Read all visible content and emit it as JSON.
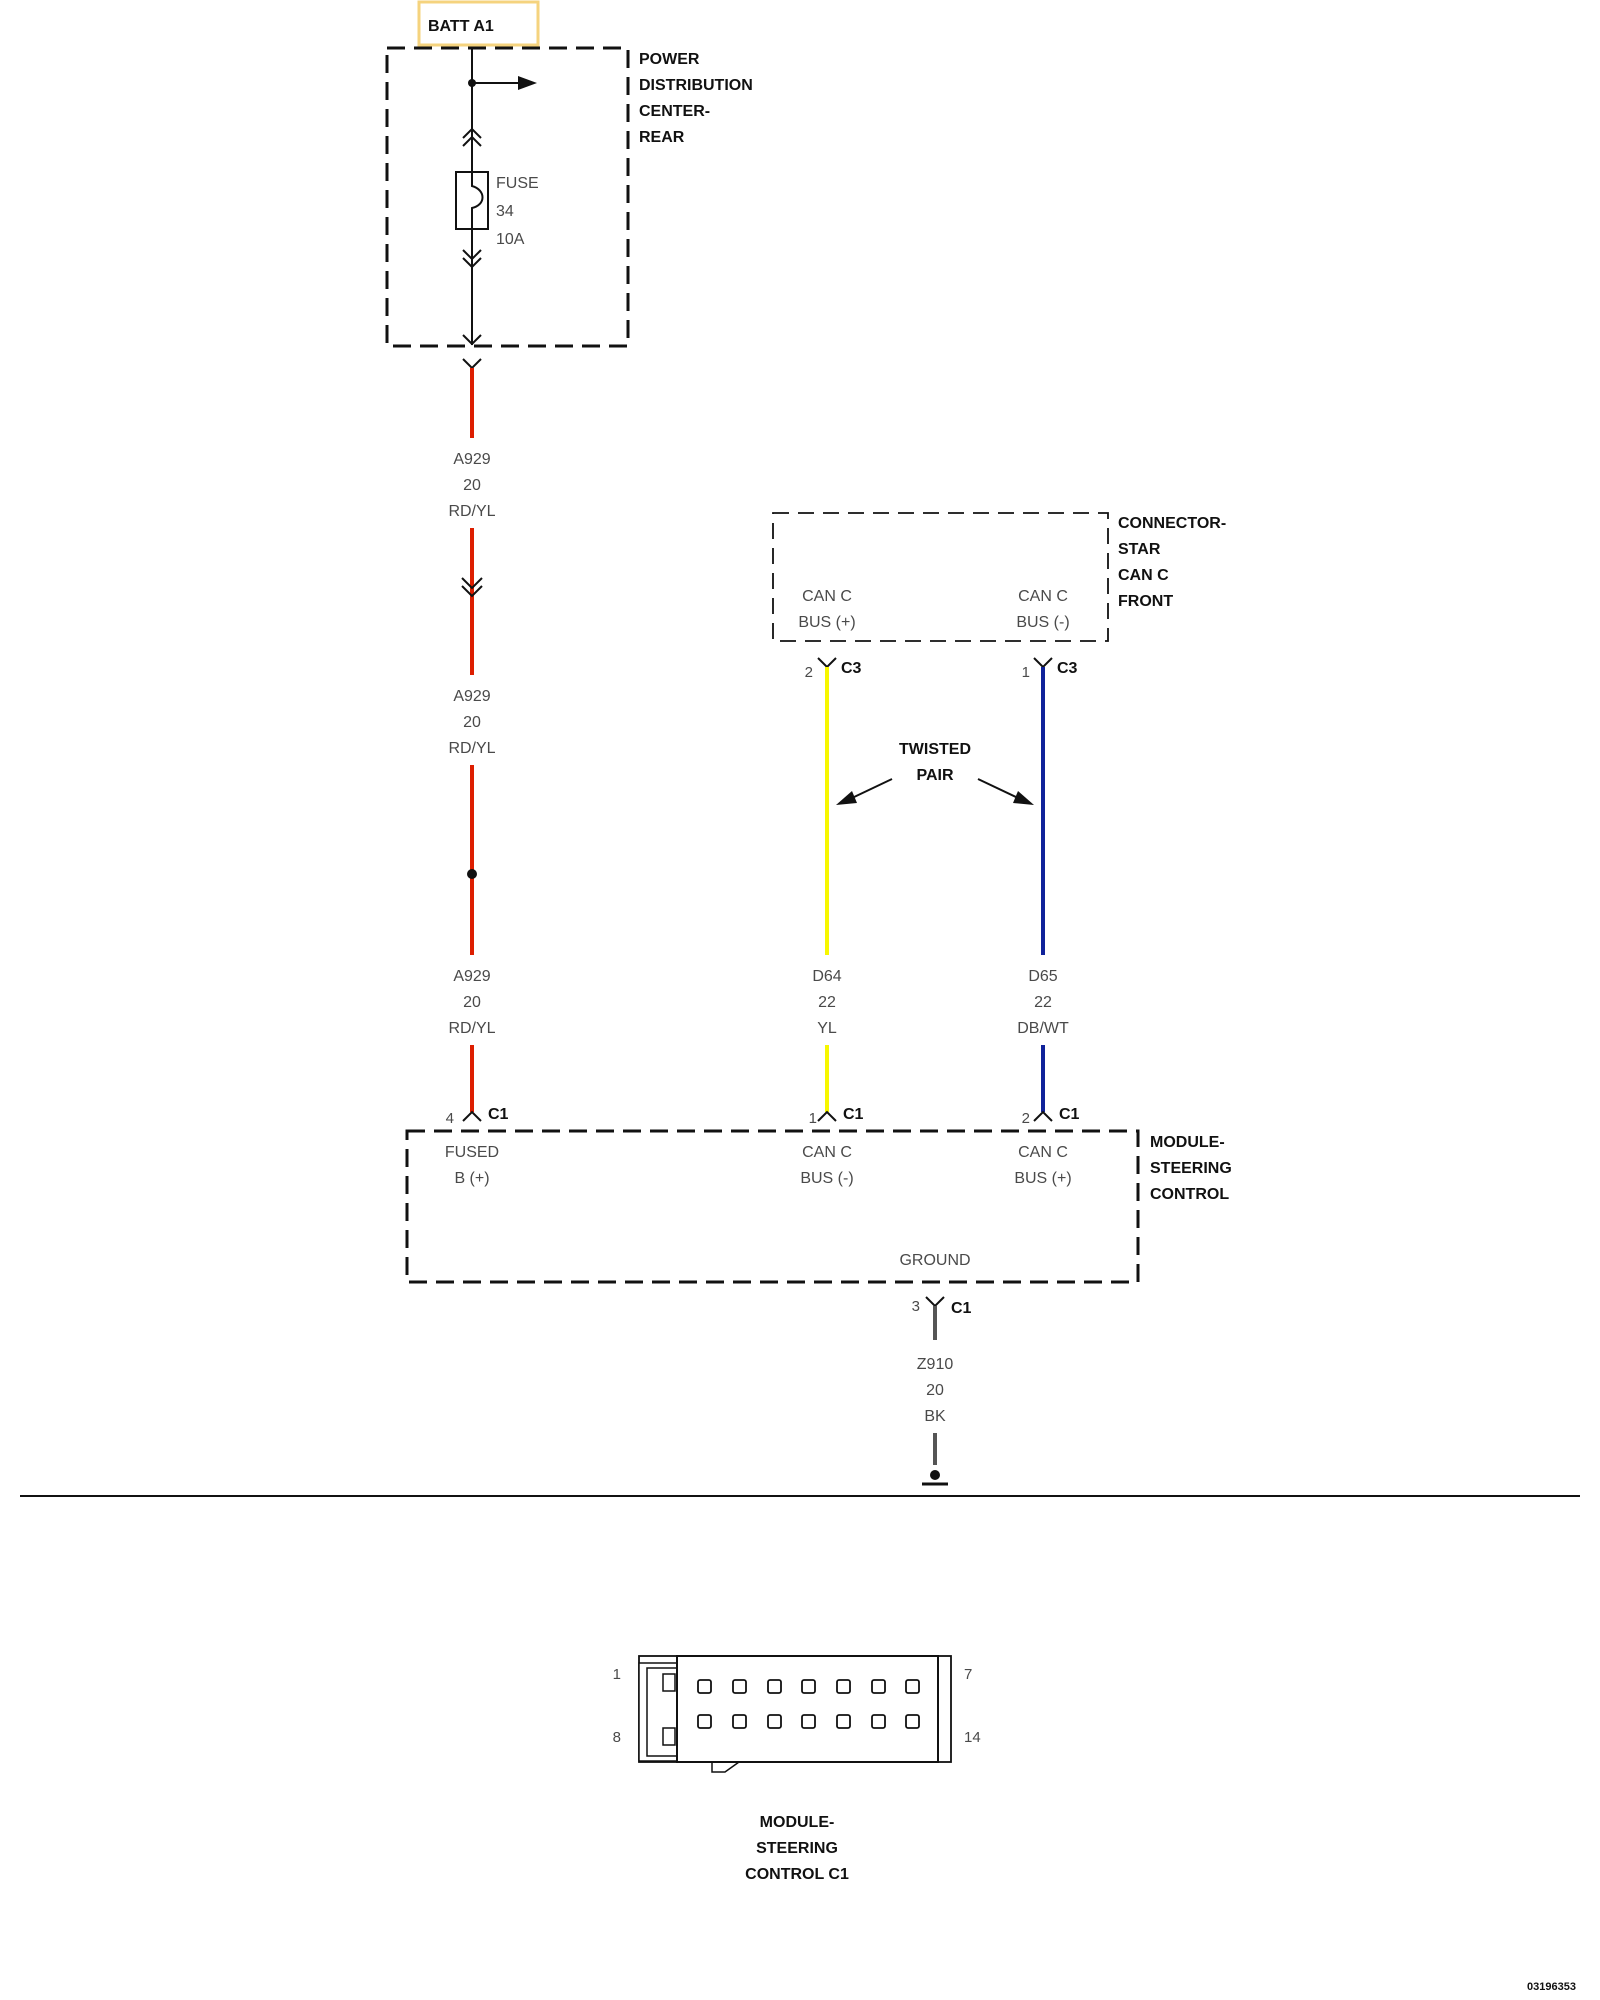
{
  "colors": {
    "wire_rd_yl": "#dd1e00",
    "wire_yl": "#f7f700",
    "wire_db_wt": "#10229a",
    "wire_bk": "#555555",
    "batt_box": "#f5d37e",
    "line": "#111111"
  },
  "power_source": {
    "label": "BATT A1",
    "component": [
      "POWER",
      "DISTRIBUTION",
      "CENTER-",
      "REAR"
    ],
    "fuse_label": "FUSE",
    "fuse_number": "34",
    "fuse_rating": "10A"
  },
  "star_connector": {
    "name": [
      "CONNECTOR-",
      "STAR",
      "CAN C",
      "FRONT"
    ],
    "pin_plus": [
      "CAN C",
      "BUS (+)"
    ],
    "pin_minus": [
      "CAN C",
      "BUS (-)"
    ],
    "conn_plus": {
      "pin": "2",
      "connector": "C3"
    },
    "conn_minus": {
      "pin": "1",
      "connector": "C3"
    }
  },
  "twisted_pair": [
    "TWISTED",
    "PAIR"
  ],
  "wires": {
    "a929_1": [
      "A929",
      "20",
      "RD/YL"
    ],
    "a929_2": [
      "A929",
      "20",
      "RD/YL"
    ],
    "a929_3": [
      "A929",
      "20",
      "RD/YL"
    ],
    "d64": [
      "D64",
      "22",
      "YL"
    ],
    "d65": [
      "D65",
      "22",
      "DB/WT"
    ],
    "z910": [
      "Z910",
      "20",
      "BK"
    ]
  },
  "module": {
    "name": [
      "MODULE-",
      "STEERING",
      "CONTROL"
    ],
    "pins": {
      "fused": {
        "pin": "4",
        "connector": "C1",
        "label": [
          "FUSED",
          "B (+)"
        ]
      },
      "bus_minus": {
        "pin": "1",
        "connector": "C1",
        "label": [
          "CAN C",
          "BUS (-)"
        ]
      },
      "bus_plus": {
        "pin": "2",
        "connector": "C1",
        "label": [
          "CAN C",
          "BUS (+)"
        ]
      },
      "ground": {
        "pin": "3",
        "connector": "C1",
        "label": "GROUND"
      }
    }
  },
  "connector_view": {
    "pin_top_left": "1",
    "pin_top_right": "7",
    "pin_bottom_left": "8",
    "pin_bottom_right": "14",
    "caption": [
      "MODULE-",
      "STEERING",
      "CONTROL C1"
    ]
  },
  "figure_id": "03196353"
}
